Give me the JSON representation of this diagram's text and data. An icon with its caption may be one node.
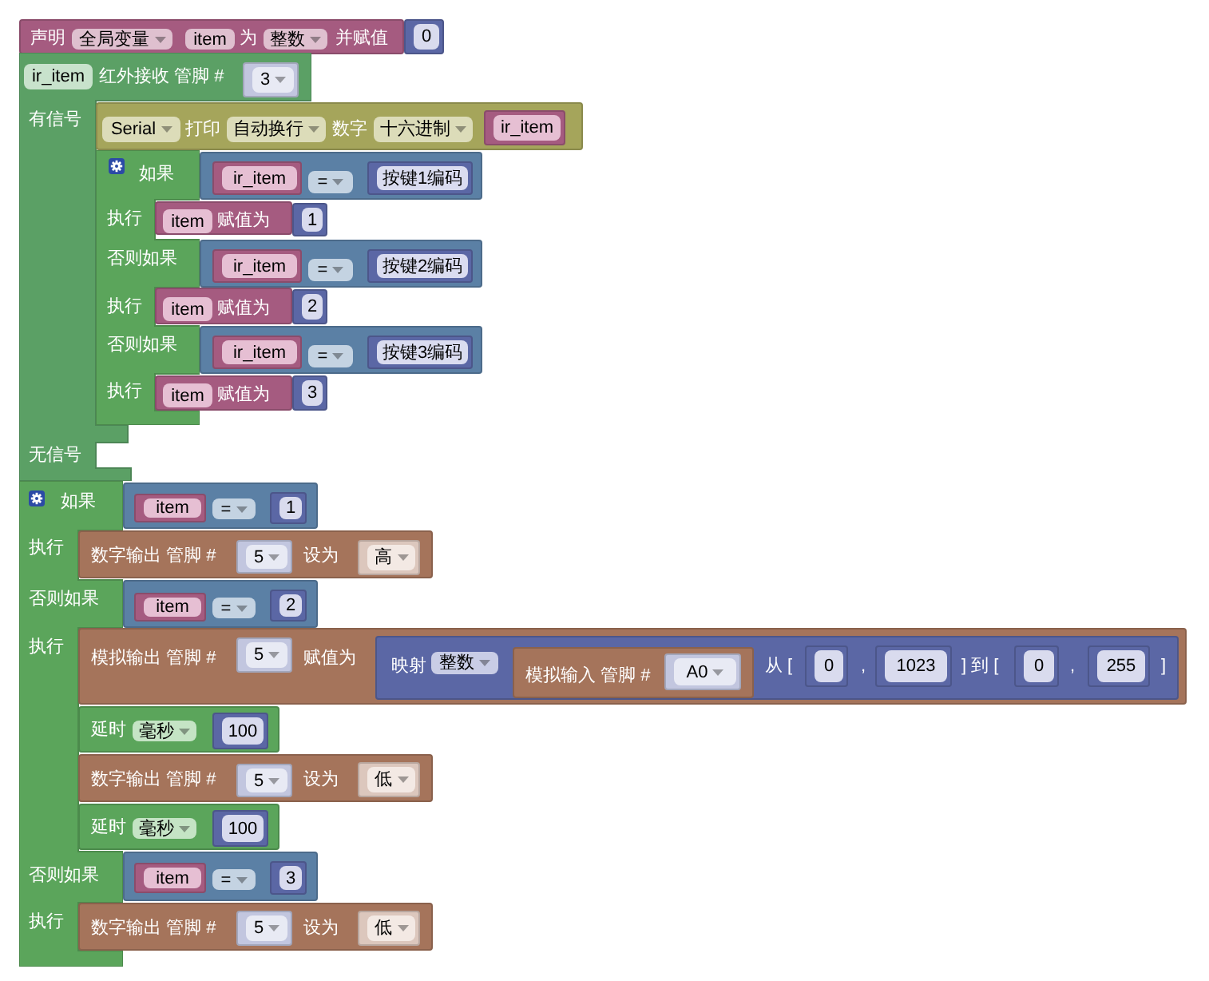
{
  "diagram": {
    "nodes": [
      {
        "text": [
          "声明",
          "全局变量",
          "item",
          "为",
          "整数",
          "并赋值"
        ]
      },
      {
        "text": [
          "0"
        ]
      },
      {
        "text": [
          "ir_item",
          "红外接收 管脚 #",
          "有信号",
          "无信号"
        ]
      },
      {
        "text": [
          "3"
        ],
        "in": 2
      },
      {
        "text": [
          "Serial",
          "打印",
          "自动换行",
          "数字",
          "十六进制"
        ]
      },
      {
        "text": [
          "ir_item"
        ],
        "in": 4
      },
      {
        "text": [
          "如果",
          "执行",
          "否则如果",
          "执行",
          "否则如果",
          "执行"
        ]
      },
      {
        "text": [
          "="
        ]
      },
      {
        "text": [
          "ir_item"
        ],
        "in": 7
      },
      {
        "text": [
          "按键1编码"
        ],
        "in": 7
      },
      {
        "text": [
          "item",
          "赋值为"
        ]
      },
      {
        "text": [
          "1"
        ]
      },
      {
        "text": [
          "="
        ]
      },
      {
        "text": [
          "ir_item"
        ],
        "in": 12
      },
      {
        "text": [
          "按键2编码"
        ],
        "in": 12
      },
      {
        "text": [
          "item",
          "赋值为"
        ]
      },
      {
        "text": [
          "2"
        ]
      },
      {
        "text": [
          "="
        ]
      },
      {
        "text": [
          "ir_item"
        ],
        "in": 17
      },
      {
        "text": [
          "按键3编码"
        ],
        "in": 17
      },
      {
        "text": [
          "item",
          "赋值为"
        ]
      },
      {
        "text": [
          "3"
        ]
      },
      {
        "text": [
          "如果",
          "执行",
          "否则如果",
          "执行",
          "否则如果",
          "执行"
        ]
      },
      {
        "text": [
          "="
        ]
      },
      {
        "text": [
          "item"
        ],
        "in": 23
      },
      {
        "text": [
          "1"
        ],
        "in": 23
      },
      {
        "text": [
          "数字输出 管脚 #",
          "设为"
        ]
      },
      {
        "text": [
          "5"
        ],
        "in": 26
      },
      {
        "text": [
          "高"
        ],
        "in": 26
      },
      {
        "text": [
          "="
        ]
      },
      {
        "text": [
          "item"
        ],
        "in": 29
      },
      {
        "text": [
          "2"
        ],
        "in": 29
      },
      {
        "text": [
          "模拟输出 管脚 #",
          "赋值为"
        ]
      },
      {
        "text": [
          "5"
        ],
        "in": 32
      },
      {
        "text": [
          "映射",
          "整数",
          "从 [",
          ",",
          "] 到 [",
          ",",
          "]"
        ],
        "in": 32
      },
      {
        "text": [
          "模拟输入 管脚 #"
        ],
        "in": 34
      },
      {
        "text": [
          "A0"
        ],
        "in": 35
      },
      {
        "text": [
          "0"
        ],
        "in": 34
      },
      {
        "text": [
          "1023"
        ],
        "in": 34
      },
      {
        "text": [
          "0"
        ],
        "in": 34
      },
      {
        "text": [
          "255"
        ],
        "in": 34
      },
      {
        "text": [
          "延时",
          "毫秒"
        ]
      },
      {
        "text": [
          "100"
        ],
        "in": 41
      },
      {
        "text": [
          "数字输出 管脚 #",
          "设为"
        ]
      },
      {
        "text": [
          "5"
        ],
        "in": 43
      },
      {
        "text": [
          "低"
        ],
        "in": 43
      },
      {
        "text": [
          "延时",
          "毫秒"
        ]
      },
      {
        "text": [
          "100"
        ],
        "in": 46
      },
      {
        "text": [
          "="
        ]
      },
      {
        "text": [
          "item"
        ],
        "in": 48
      },
      {
        "text": [
          "3"
        ],
        "in": 48
      },
      {
        "text": [
          "数字输出 管脚 #",
          "设为"
        ]
      },
      {
        "text": [
          "5"
        ],
        "in": 51
      },
      {
        "text": [
          "低"
        ],
        "in": 51
      }
    ]
  }
}
